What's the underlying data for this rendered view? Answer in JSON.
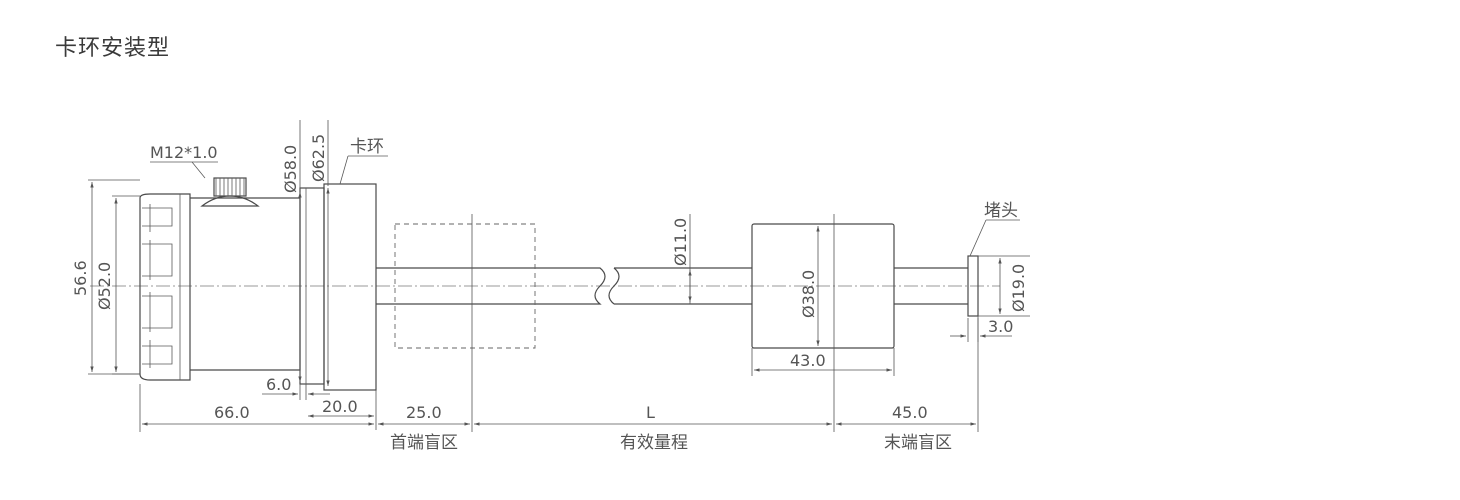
{
  "title": "卡环安装型",
  "labels": {
    "thread": "M12*1.0",
    "d58": "Ø58.0",
    "d625": "Ø62.5",
    "clamp_ring": "卡环",
    "h566": "56.6",
    "d52": "Ø52.0",
    "d11": "Ø11.0",
    "d38": "Ø38.0",
    "d19": "Ø19.0",
    "plug": "堵头",
    "w30": "3.0",
    "w430": "43.0",
    "w60": "6.0",
    "w200": "20.0",
    "w660": "66.0",
    "w250": "25.0",
    "L": "L",
    "w450": "45.0",
    "zone_start": "首端盲区",
    "zone_effective": "有效量程",
    "zone_end": "末端盲区"
  }
}
